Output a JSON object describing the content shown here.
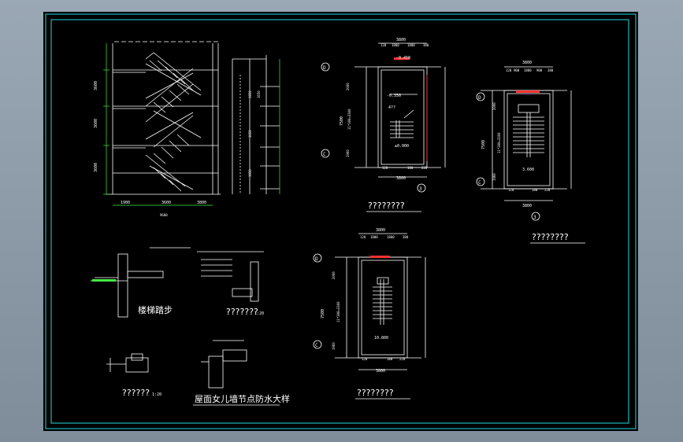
{
  "colors": {
    "background": "#000000",
    "frame": "#22dddd",
    "lines": "#ffffff",
    "accent": "#ff3333",
    "dimension": "#44ee44"
  },
  "views": {
    "plan1": {
      "title": "????????",
      "dims_top": [
        "3800",
        "120",
        "1800",
        "1800",
        "380"
      ],
      "level_top": "-0.450",
      "level_mid": "-0.350",
      "level_low": "±0.000",
      "note": "4??",
      "axis_top": "D",
      "axis_bottom": "C",
      "side": "7500",
      "sub": "11*300=3300",
      "dims_left": [
        "2000",
        "1960",
        "120"
      ],
      "dims_bottom": [
        "120",
        "180",
        "220",
        "3800"
      ],
      "axis_col": "3"
    },
    "plan2": {
      "title": "????????",
      "dims_top": [
        "3800",
        "120",
        "900",
        "1800",
        "900",
        "380"
      ],
      "level": "3.600",
      "axis_top": "D",
      "axis_bottom": "C",
      "side": "7500",
      "sub": "11*300=3300",
      "dims_left": [
        "2000",
        "1960",
        "120"
      ],
      "dims_bottom": [
        "120",
        "180",
        "220",
        "3800"
      ],
      "axis_col": "3"
    },
    "plan3": {
      "title": "????????",
      "dims_top": [
        "3800",
        "120",
        "1800",
        "1800",
        "380"
      ],
      "level": "10.800",
      "axis_top": "D",
      "axis_bottom": "C",
      "side": "7500",
      "sub": "11*300=3300",
      "dims_left": [
        "2000",
        "1960",
        "120"
      ],
      "dims_bottom": [
        "120",
        "180",
        "220",
        "3800"
      ]
    },
    "section": {
      "dims_bottom": [
        "1900",
        "3600",
        "3800"
      ],
      "total": "9600",
      "levels": [
        "3600",
        "3600",
        "3600"
      ],
      "side": [
        "1950",
        "1650",
        "1950",
        "1650"
      ]
    },
    "detail1": {
      "title": "楼梯踏步"
    },
    "detail2": {
      "title": "???????",
      "scale": "1:20"
    },
    "detail3": {
      "title": "??????",
      "scale": "1:20"
    },
    "detail4": {
      "title": "屋面女儿墙节点防水大样"
    }
  }
}
